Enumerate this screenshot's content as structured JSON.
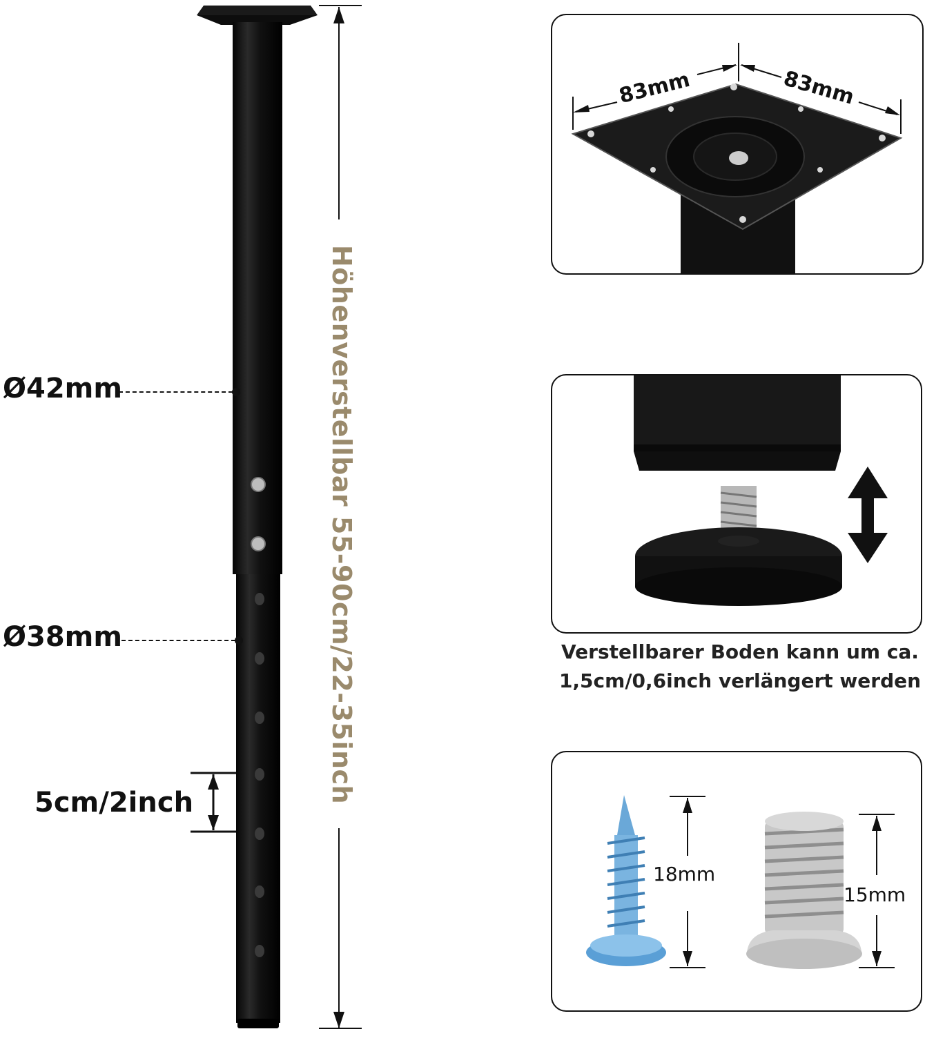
{
  "leg": {
    "height_label": "Höhenverstellbar 55-90cm/22-35inch",
    "upper_diameter": "Ø42mm",
    "lower_diameter": "Ø38mm",
    "hole_spacing": "5cm/2inch"
  },
  "plate_panel": {
    "width_left": "83mm",
    "width_right": "83mm"
  },
  "foot_panel": {
    "caption_line1": "Verstellbarer Boden kann um ca.",
    "caption_line2": "1,5cm/0,6inch verlängert werden"
  },
  "screws_panel": {
    "wood_screw_length": "18mm",
    "machine_screw_length": "15mm"
  },
  "colors": {
    "leg": "#141414",
    "label_tan": "#9a8a6c",
    "wood_screw": "#6aa8d8",
    "machine_screw": "#c8c8c8"
  }
}
